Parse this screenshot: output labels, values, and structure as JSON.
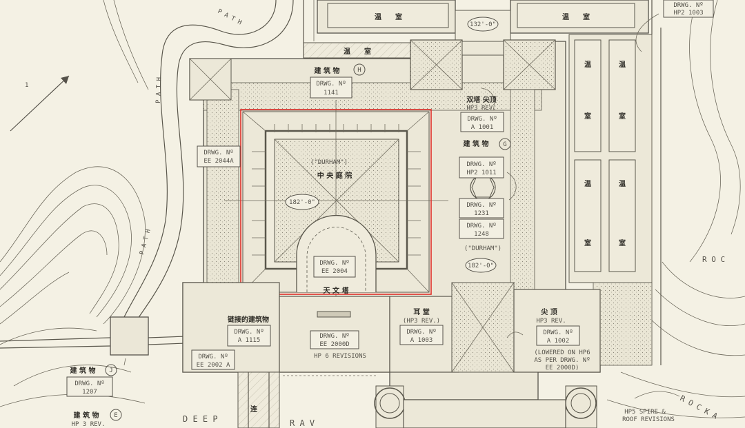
{
  "labels": {
    "greenhouse_top_left": "温　　室",
    "greenhouse_top_right": "温　　室",
    "greenhouse_top_mid": "温　　室",
    "dim_top": "132'-0\"",
    "building_h": "建 筑 物",
    "building_h_marker": "H",
    "drwg_1141_l1": "DRWG. Nº",
    "drwg_1141_l2": "1141",
    "twin_tower": "双塔 尖顶",
    "hp3_rev_top": "HP3 REV.",
    "drwg_a1001_l1": "DRWG. Nº",
    "drwg_a1001_l2": "A 1001",
    "building_g": "建 筑 物",
    "building_g_marker": "G",
    "drwg_hp2_1011_l1": "DRWG. Nº",
    "drwg_hp2_1011_l2": "HP2 1011",
    "drwg_1231_l1": "DRWG. Nº",
    "drwg_1231_l2": "1231",
    "drwg_1248_l1": "DRWG. Nº",
    "drwg_1248_l2": "1248",
    "durham_right": "(\"DURHAM\")",
    "dim_right": "182'-0\"",
    "drwg_ee2044a_l1": "DRWG. Nº",
    "drwg_ee2044a_l2": "EE 2044A",
    "durham_center": "(\"DURHAM\")",
    "central_court": "中 央 庭 院",
    "dim_center": "182'-0\"",
    "drwg_ee2004_l1": "DRWG. Nº",
    "drwg_ee2004_l2": "EE 2004",
    "observatory": "天 文 塔",
    "linked_building": "链接的建筑物",
    "drwg_a1115_l1": "DRWG. Nº",
    "drwg_a1115_l2": "A 1115",
    "ear_hall": "耳 堂",
    "hp3_rev_mid": "(HP3 REV.)",
    "drwg_a1003_l1": "DRWG. Nº",
    "drwg_a1003_l2": "A 1003",
    "drwg_ee2000d_l1": "DRWG. Nº",
    "drwg_ee2000d_l2": "EE 2000D",
    "hp6_revisions": "HP 6  REVISIONS",
    "spire": "尖 顶",
    "hp3_rev_right": "HP3 REV.",
    "drwg_a1002_l1": "DRWG. Nº",
    "drwg_a1002_l2": "A 1002",
    "lowered_l1": "(LOWERED ON HP6",
    "lowered_l2": "AS PER DRWG. Nº",
    "lowered_l3": "EE 2000D)",
    "drwg_ee2002a_l1": "DRWG. Nº",
    "drwg_ee2002a_l2": "EE 2002 A",
    "building_j": "建 筑 物",
    "building_j_marker": "J",
    "drwg_1207_l1": "DRWG. Nº",
    "drwg_1207_l2": "1207",
    "building_e": "建 筑 物",
    "building_e_marker": "E",
    "hp3_rev_bl": "HP 3 REV.",
    "deep": "D E E P",
    "rav": "R A V",
    "connect": "连",
    "hp5_spire_l1": "HP5 SPIRE &",
    "hp5_spire_l2": "ROOF REVISIONS",
    "roc": "R O C",
    "rocka": "R O C K A",
    "path_top": "P A T H",
    "path_left": "P A T H",
    "path_mid": "P A T H",
    "north_mark": "1",
    "drwg_hp2_1003_l1": "DRWG. Nº",
    "drwg_hp2_1003_l2": "HP2 1003",
    "greenhouse_right_1": "温",
    "greenhouse_right_2": "室",
    "greenhouse_right_3": "温",
    "greenhouse_right_4": "室"
  },
  "colors": {
    "paper": "#f4f1e4",
    "ink": "#55524a",
    "highlight": "#e0302a"
  }
}
